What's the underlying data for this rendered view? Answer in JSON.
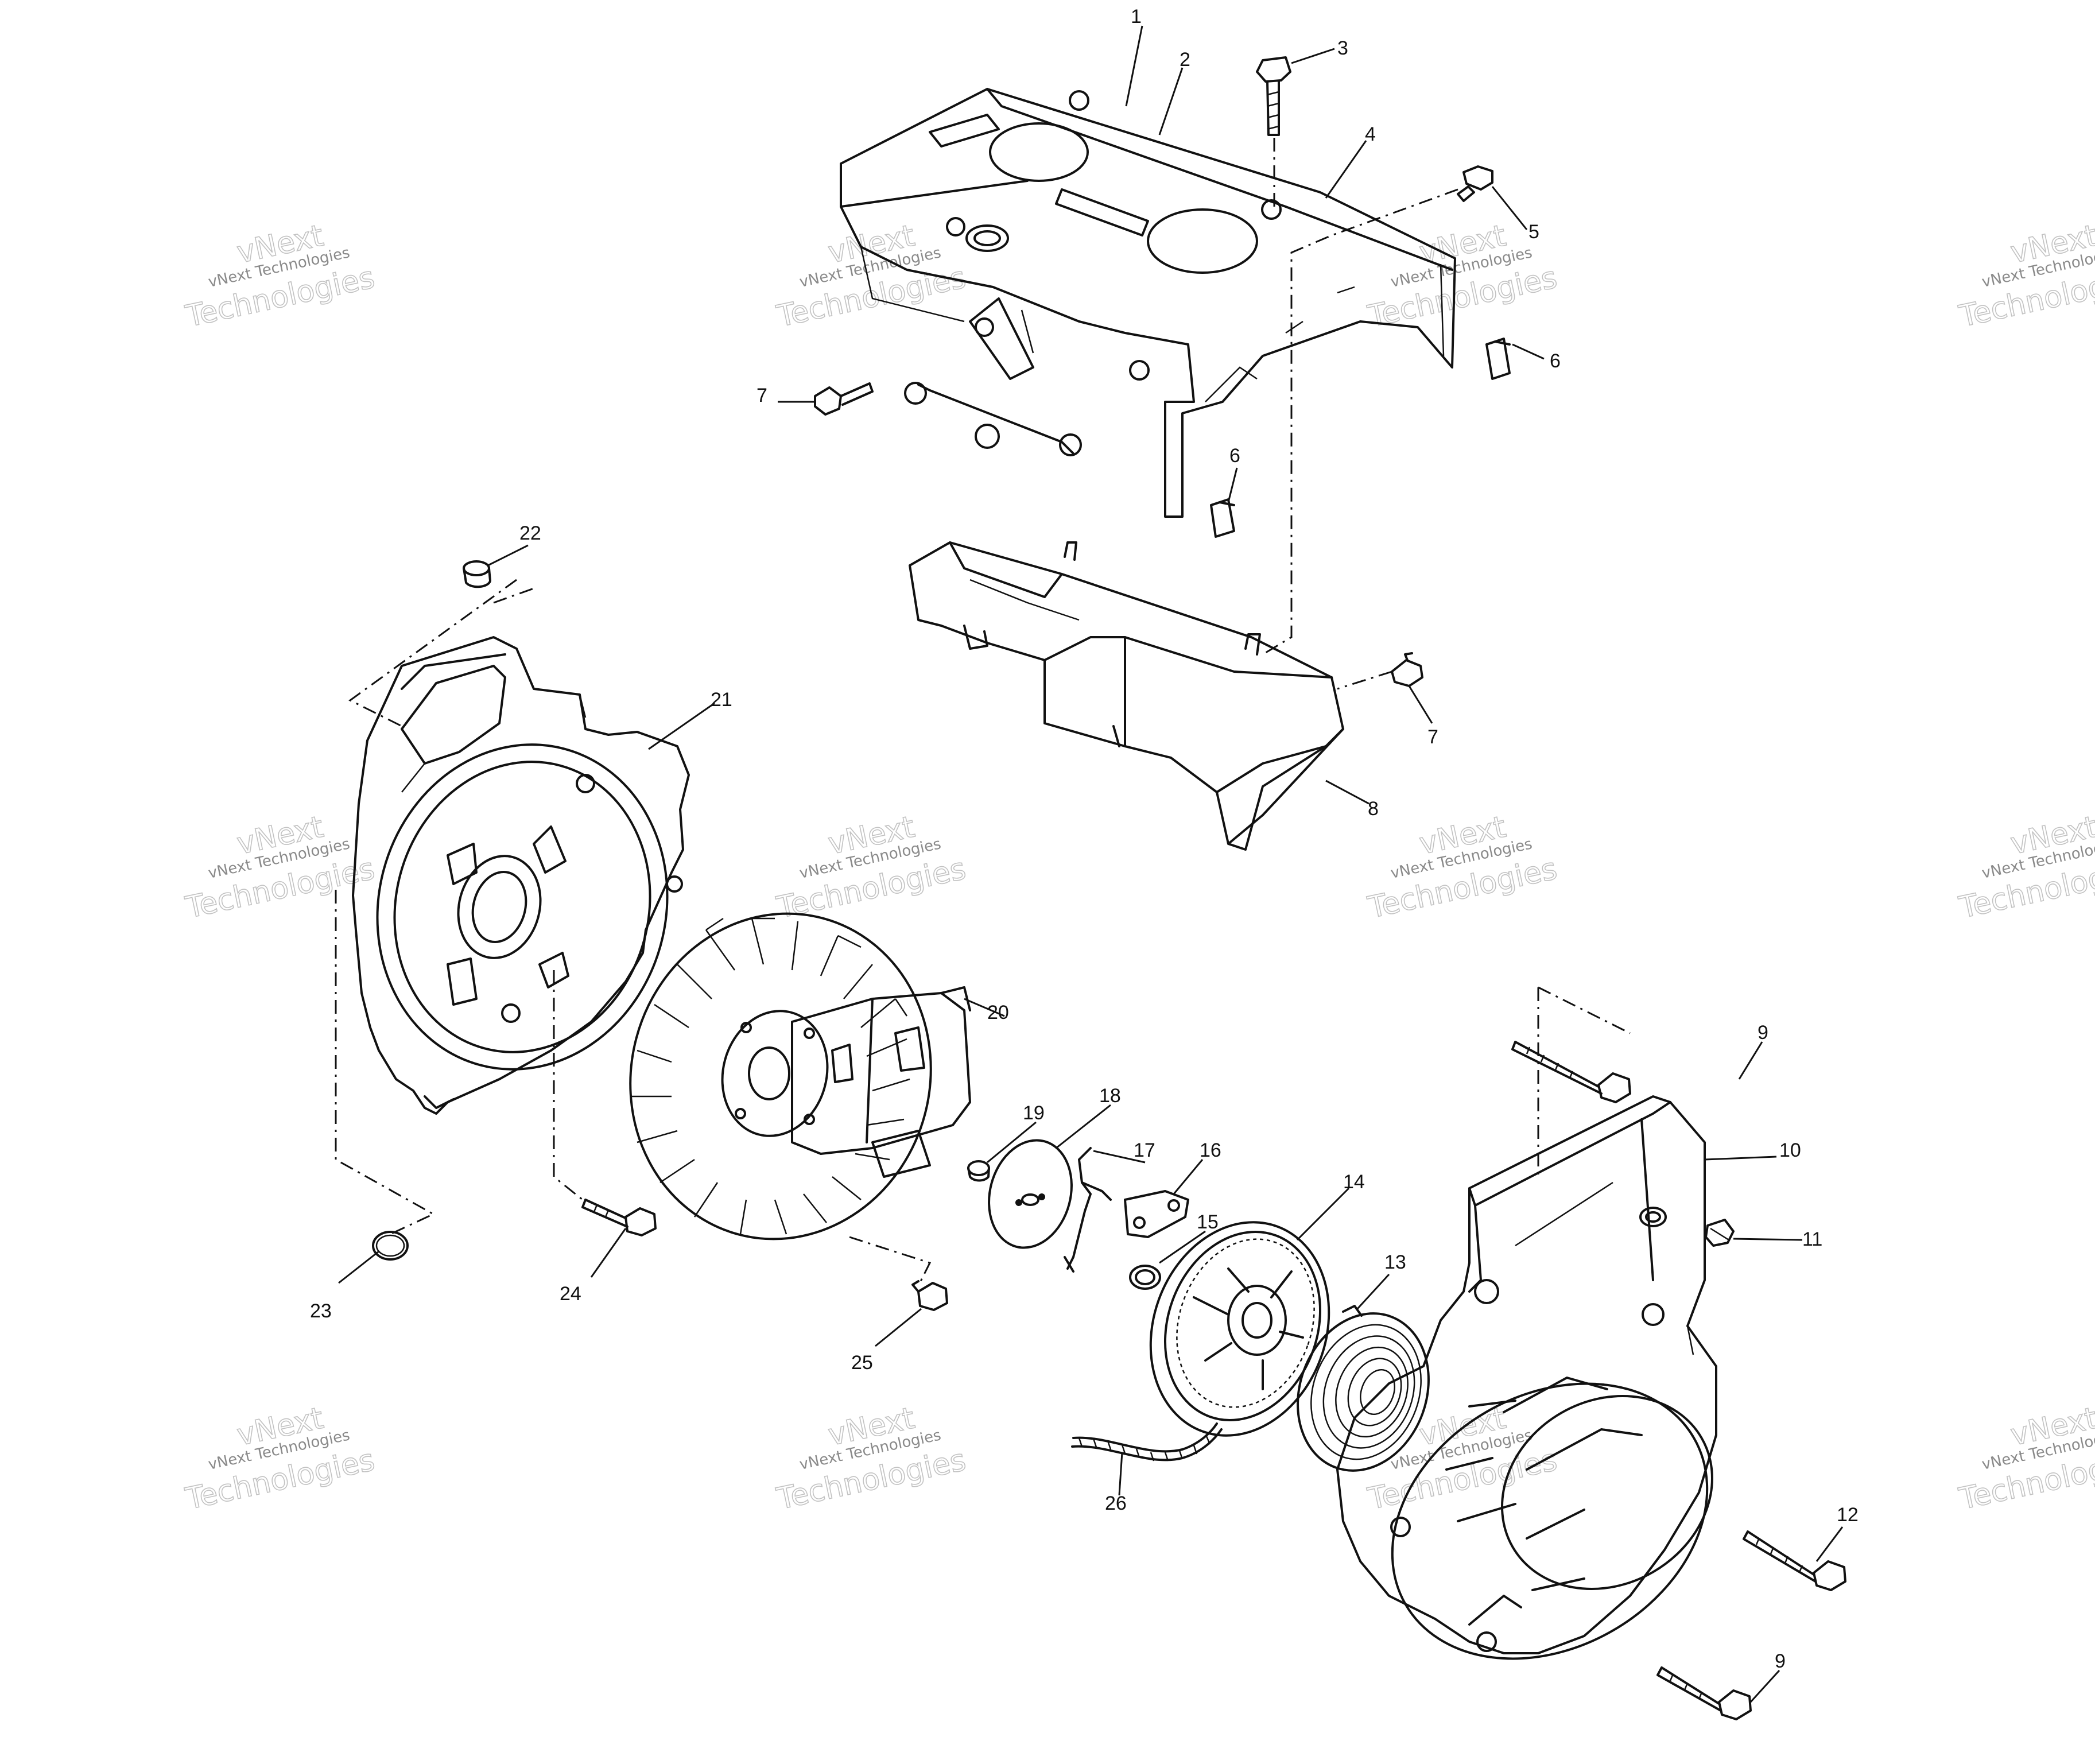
{
  "callouts": [
    {
      "id": "c1",
      "text": "1"
    },
    {
      "id": "c2",
      "text": "2"
    },
    {
      "id": "c3",
      "text": "3"
    },
    {
      "id": "c4",
      "text": "4"
    },
    {
      "id": "c5",
      "text": "5"
    },
    {
      "id": "c6a",
      "text": "6"
    },
    {
      "id": "c6b",
      "text": "6"
    },
    {
      "id": "c7a",
      "text": "7"
    },
    {
      "id": "c7b",
      "text": "7"
    },
    {
      "id": "c8",
      "text": "8"
    },
    {
      "id": "c9a",
      "text": "9"
    },
    {
      "id": "c9b",
      "text": "9"
    },
    {
      "id": "c10",
      "text": "10"
    },
    {
      "id": "c11",
      "text": "11"
    },
    {
      "id": "c12",
      "text": "12"
    },
    {
      "id": "c13",
      "text": "13"
    },
    {
      "id": "c14",
      "text": "14"
    },
    {
      "id": "c15",
      "text": "15"
    },
    {
      "id": "c16",
      "text": "16"
    },
    {
      "id": "c17",
      "text": "17"
    },
    {
      "id": "c18",
      "text": "18"
    },
    {
      "id": "c19",
      "text": "19"
    },
    {
      "id": "c20",
      "text": "20"
    },
    {
      "id": "c21",
      "text": "21"
    },
    {
      "id": "c22",
      "text": "22"
    },
    {
      "id": "c23",
      "text": "23"
    },
    {
      "id": "c24",
      "text": "24"
    },
    {
      "id": "c25",
      "text": "25"
    },
    {
      "id": "c26",
      "text": "26"
    }
  ],
  "watermark": {
    "line1": "vNext Technologies",
    "line2": "vNext",
    "line3": "Technologies"
  },
  "colors": {
    "ink": "#111111",
    "watermark": "#8a8a8a",
    "background": "#ffffff"
  }
}
